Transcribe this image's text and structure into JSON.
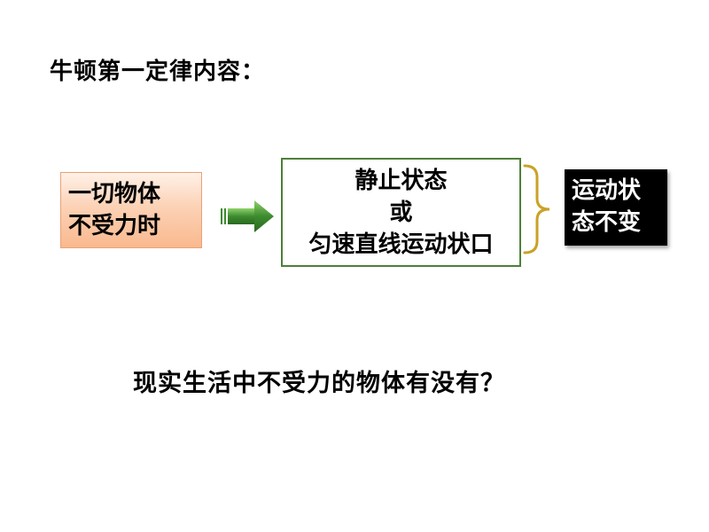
{
  "slide": {
    "title": "牛顿第一定律内容：",
    "condition": {
      "line1": "一切物体",
      "line2": "不受力时"
    },
    "states": {
      "line1": "静止状态",
      "line2": "或",
      "line3": "匀速直线运动状口"
    },
    "result": {
      "line1": "运动状",
      "line2": "态不变"
    },
    "question": "现实生活中不受力的物体有没有？"
  },
  "icons": {
    "arrow": "right-arrow-icon",
    "brace": "right-brace-icon"
  },
  "colors": {
    "condition_fill": "#f9b98e",
    "condition_border": "#e8a27a",
    "arrow_green": "#3d8b2f",
    "state_border": "#4e7f39",
    "brace_gold": "#c9a227",
    "result_fill": "#000000"
  }
}
